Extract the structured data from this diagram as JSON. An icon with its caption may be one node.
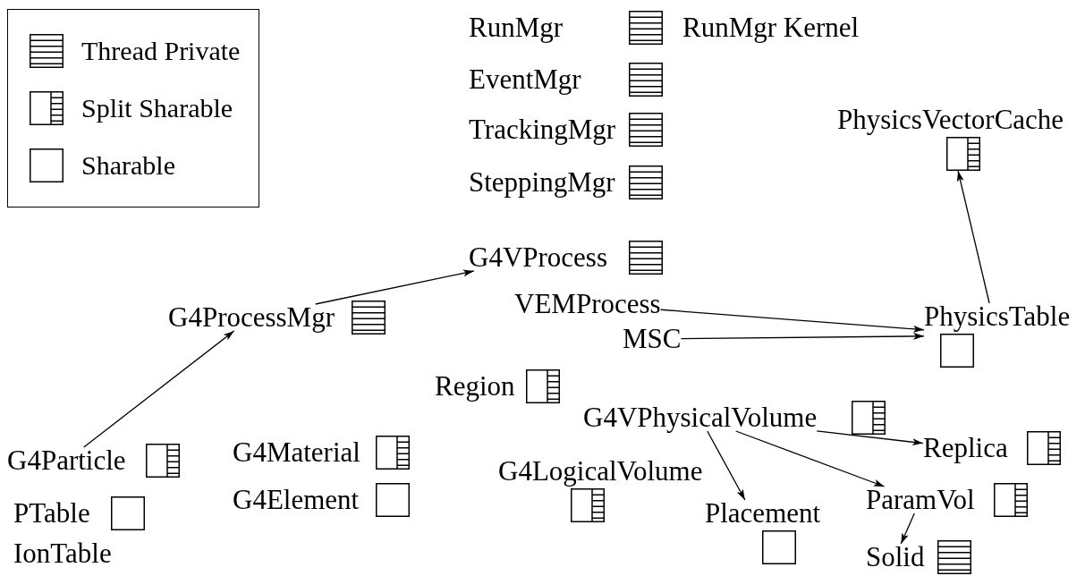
{
  "diagram": {
    "nodes": [
      {
        "text": [
          "RunMgr"
        ]
      },
      {
        "text": [
          "EventMgr"
        ]
      },
      {
        "text": [
          "TrackingMgr"
        ]
      },
      {
        "text": [
          "SteppingMgr"
        ]
      },
      {
        "text": [
          "PhysicsVectorCache"
        ]
      },
      {
        "text": [
          "G4VProcess"
        ]
      },
      {
        "text": [
          "G4ProcessMgr"
        ]
      },
      {
        "text": [
          "VEMProcess"
        ]
      },
      {
        "text": [
          "MSC"
        ]
      },
      {
        "text": [
          "PhysicsTable"
        ]
      },
      {
        "text": [
          "Region"
        ]
      },
      {
        "text": [
          "G4VPhysicalVolume"
        ]
      },
      {
        "text": [
          "Replica"
        ]
      },
      {
        "text": [
          "G4Particle"
        ]
      },
      {
        "text": [
          "G4Material"
        ]
      },
      {
        "text": [
          "G4LogicalVolume"
        ]
      },
      {
        "text": [
          "ParamVol"
        ]
      },
      {
        "text": [
          "PTable"
        ]
      },
      {
        "text": [
          "Placement"
        ]
      },
      {
        "text": [
          "G4Element"
        ]
      },
      {
        "text": [
          "Solid"
        ]
      },
      {
        "text": [
          "IonTable"
        ]
      }
    ],
    "edges": [
      {
        "from": 13,
        "to": 6,
        "arrow": "to"
      },
      {
        "from": 6,
        "to": 5,
        "arrow": "to"
      },
      {
        "from": 7,
        "to": 9,
        "arrow": "to"
      },
      {
        "from": 8,
        "to": 9,
        "arrow": "to"
      },
      {
        "from": 9,
        "to": 4,
        "arrow": "to"
      },
      {
        "from": 11,
        "to": 12,
        "arrow": "to"
      },
      {
        "from": 11,
        "to": 18,
        "arrow": "to"
      },
      {
        "from": 11,
        "to": 16,
        "arrow": "to"
      },
      {
        "from": 16,
        "to": 20,
        "arrow": "to"
      }
    ],
    "labels": [
      "RunMgr Kernel"
    ],
    "legend": [
      {
        "text": "Thread Private"
      },
      {
        "text": "Split Sharable"
      },
      {
        "text": "Sharable"
      }
    ]
  }
}
